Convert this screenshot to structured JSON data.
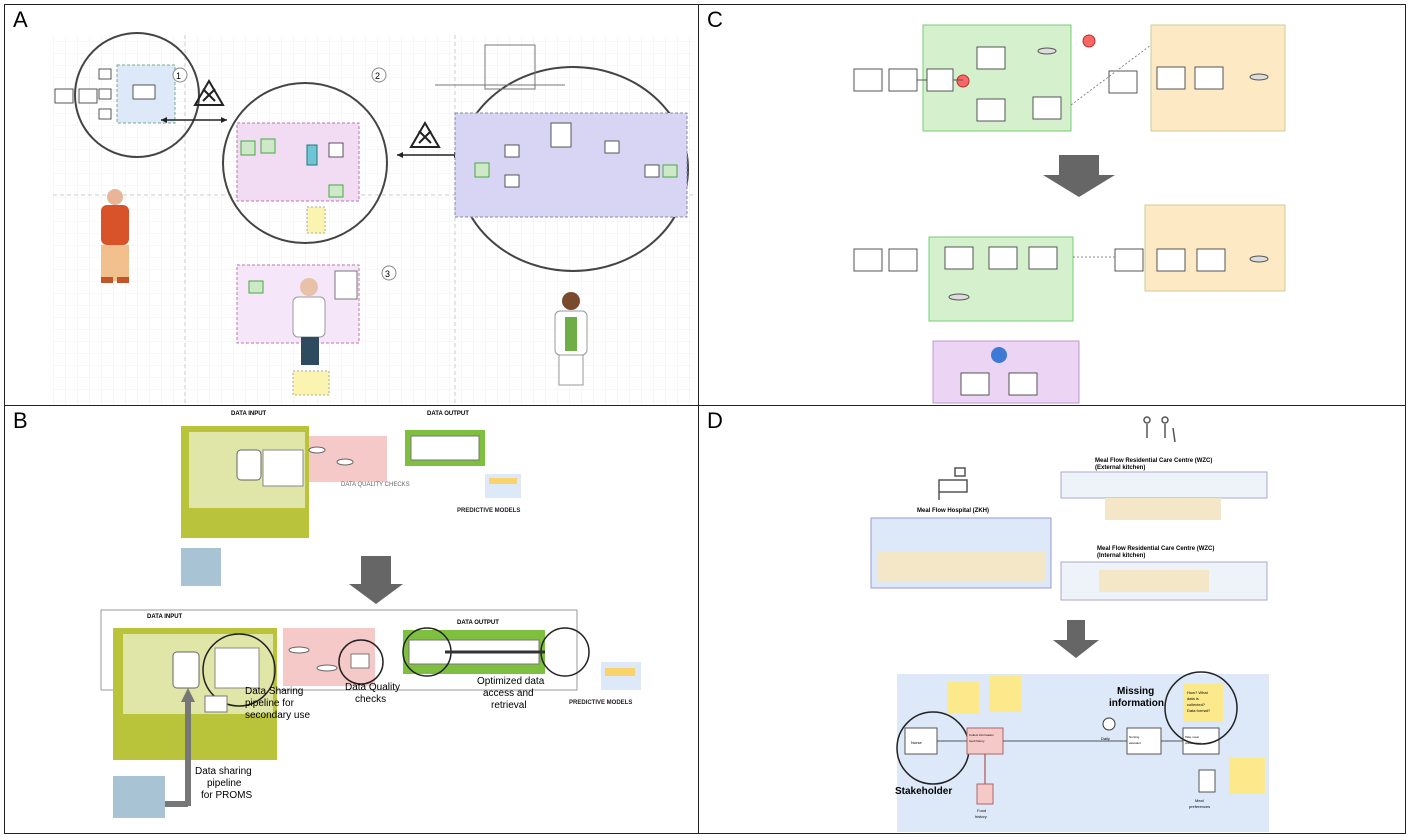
{
  "panels": {
    "A": {
      "label": "A",
      "markers": [
        "1",
        "2",
        "3"
      ]
    },
    "B": {
      "label": "B",
      "top": {
        "data_input": "DATA INPUT",
        "data_output": "DATA OUTPUT",
        "data_quality": "DATA QUALITY CHECKS",
        "predictive": "PREDICTIVE MODELS"
      },
      "bottom": {
        "data_input": "DATA INPUT",
        "data_output": "DATA OUTPUT",
        "predictive": "PREDICTIVE MODELS",
        "pipeline_secondary": [
          "Data Sharing",
          "pipeline for",
          "secondary use"
        ],
        "quality_checks": [
          "Data Quality",
          "checks"
        ],
        "optimized": [
          "Optimized data",
          "access and",
          "retrieval"
        ],
        "proms": [
          "Data sharing",
          "pipeline",
          "for PROMS"
        ]
      }
    },
    "C": {
      "label": "C"
    },
    "D": {
      "label": "D",
      "hospital": "Meal Flow Hospital (ZKH)",
      "rcc_external": [
        "Meal Flow Residential Care Centre (WZC)",
        "(External kitchen)"
      ],
      "rcc_internal": [
        "Meal Flow Residential Care Centre (WZC)",
        "(Internal kitchen)"
      ],
      "missing": [
        "Missing",
        "information"
      ],
      "stakeholder": "Stakeholder",
      "nurse": "Nurse",
      "collect": [
        "Collect information",
        "food history"
      ],
      "nursing": [
        "Nursing",
        "assistant"
      ],
      "take_meal": [
        "Take meal",
        "preferences"
      ],
      "daily": "Daily",
      "food_history": [
        "Food",
        "history"
      ],
      "meal_pref": [
        "Meal",
        "preferences"
      ],
      "sticky_how": [
        "How? What",
        "data is",
        "collected?",
        "Data format?"
      ]
    }
  },
  "colors": {
    "green_dark": "#b9c43a",
    "green_light": "#dfe6a8",
    "pink": "#f6c9c9",
    "green_out": "#7fbf3f",
    "lavender": "#d8d4f4",
    "mint": "#d4f0cc",
    "peach": "#fde9c4",
    "violet": "#ecd4f4",
    "lightblue": "#dde9f8",
    "yellow": "#fbe98b",
    "grey_arrow": "#666666"
  }
}
